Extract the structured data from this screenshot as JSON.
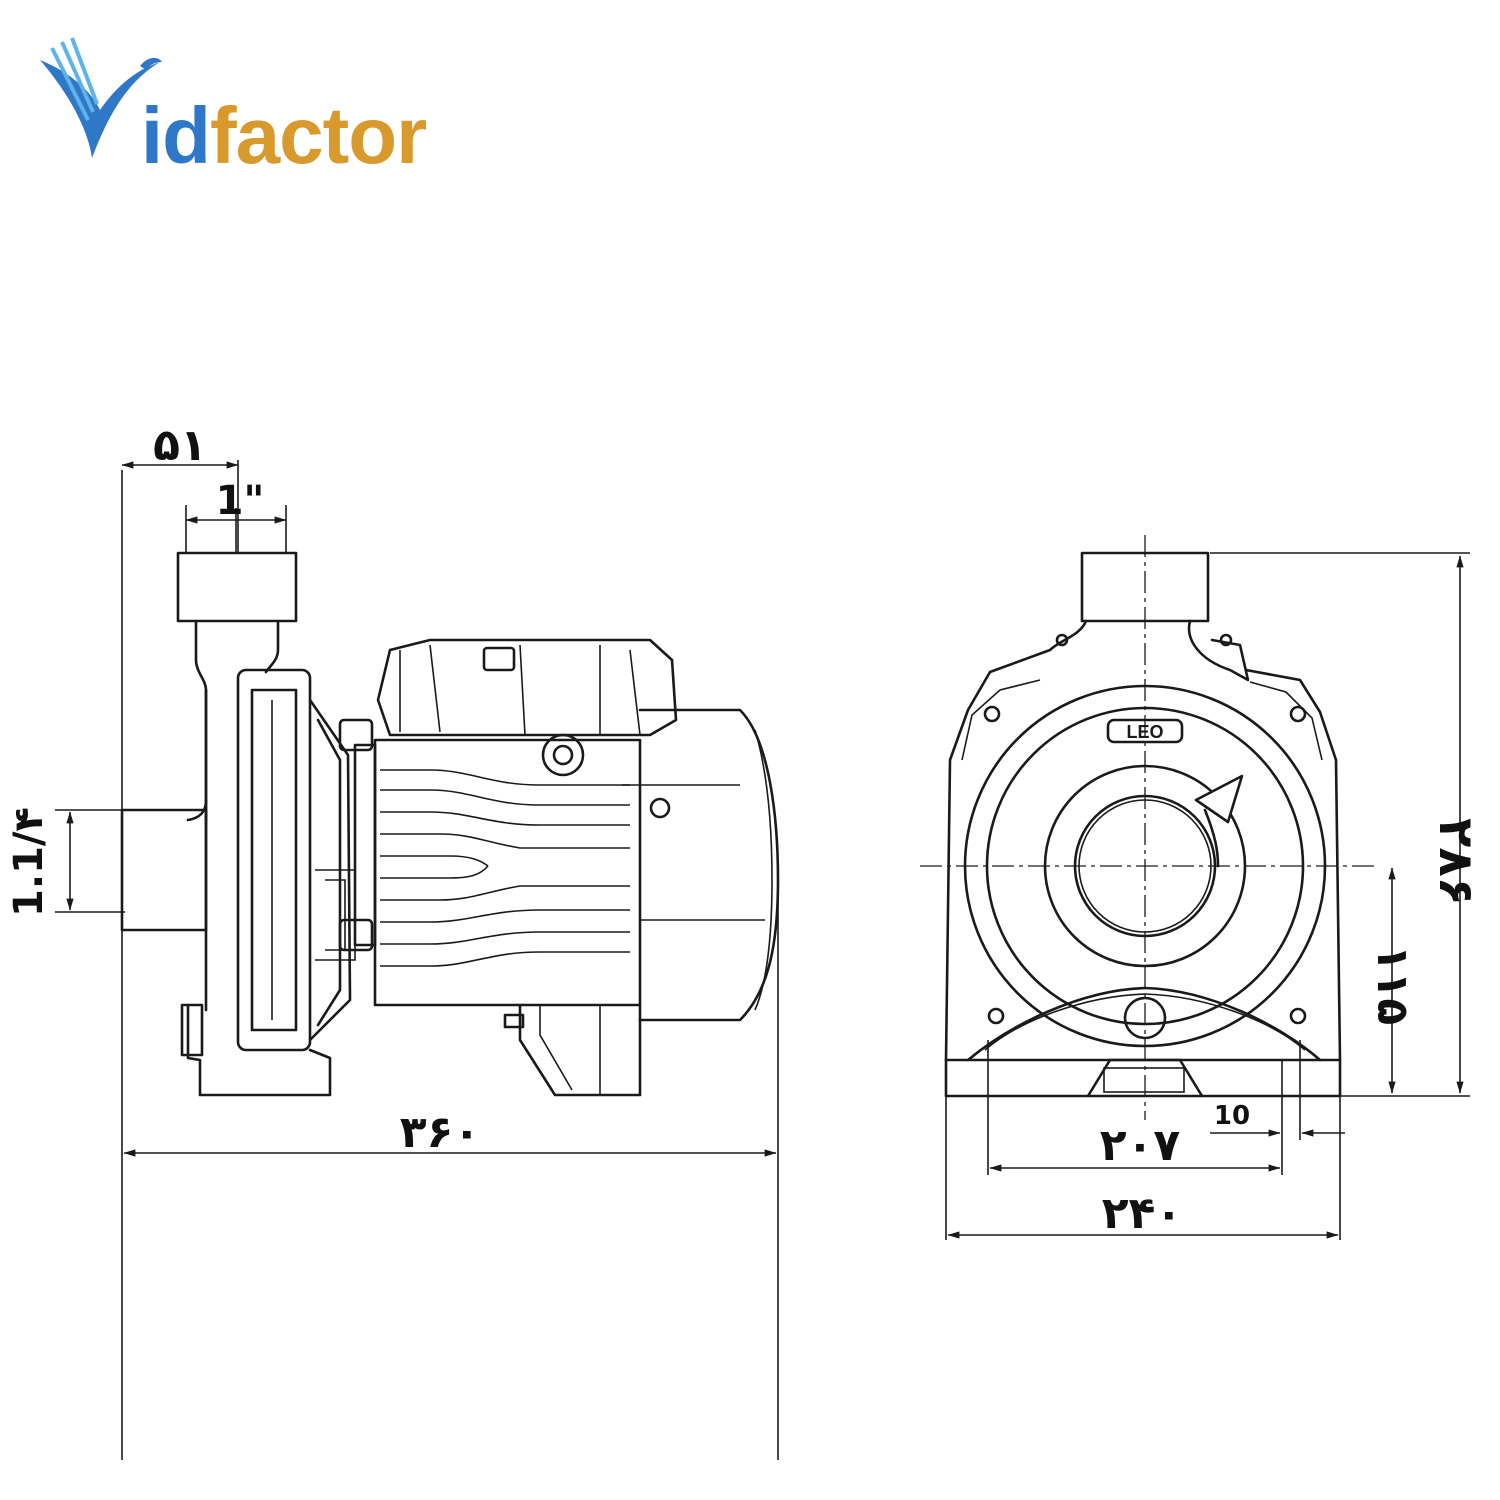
{
  "brand": {
    "name_initial": "V",
    "name_rest": "idfactor",
    "colors": {
      "blue": "#2f78c8",
      "light_blue": "#5fb2ea",
      "gold": "#d89a2c"
    }
  },
  "pump_label": "LEO",
  "dimensions": {
    "top_offset": "۵۱",
    "outlet_size": "1\"",
    "inlet_size": "1.1/۴",
    "overall_length": "۳۶۰",
    "overall_height": "۲۸۶",
    "shaft_height": "۱۱۵",
    "foot_offset": "10",
    "foot_spacing": "۲۰۷",
    "base_width": "۲۴۰"
  },
  "colors": {
    "line": "#1a1a1a",
    "background": "#ffffff"
  }
}
